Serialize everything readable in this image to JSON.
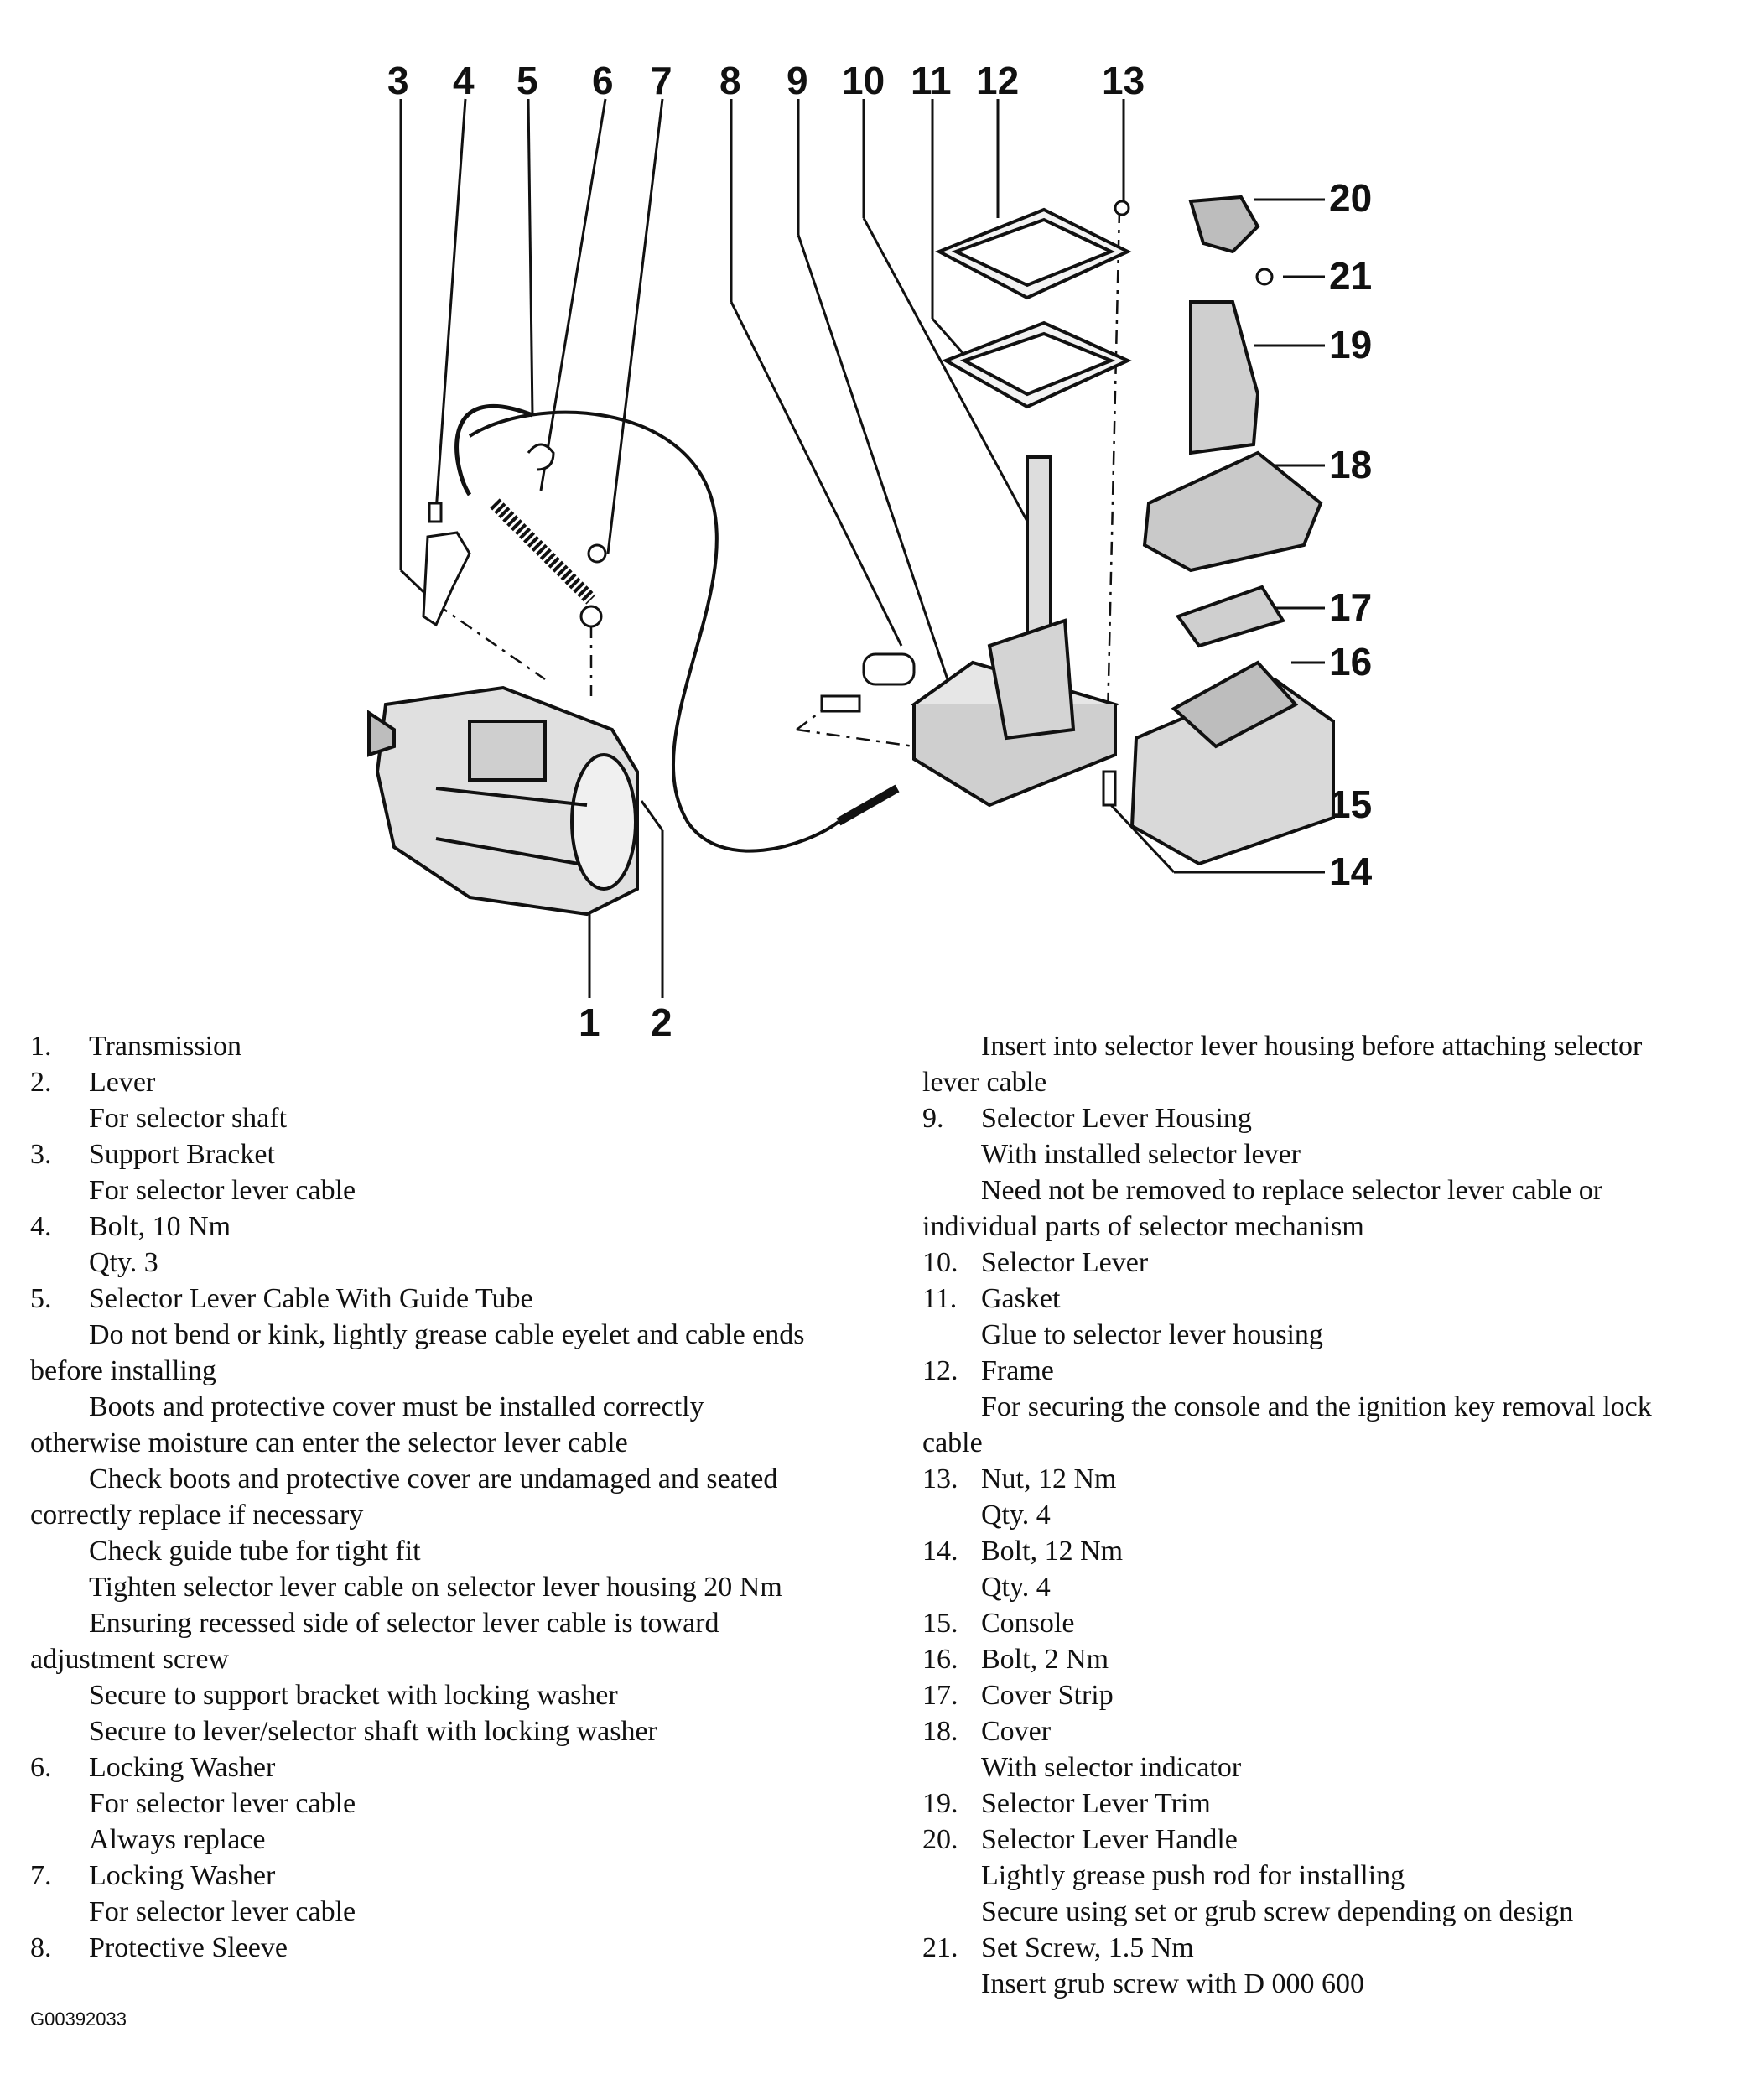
{
  "callouts": [
    "1",
    "2",
    "3",
    "4",
    "5",
    "6",
    "7",
    "8",
    "9",
    "10",
    "11",
    "12",
    "13",
    "14",
    "15",
    "16",
    "17",
    "18",
    "19",
    "20",
    "21"
  ],
  "legend_left": [
    {
      "type": "item",
      "num": "1.",
      "text": "Transmission"
    },
    {
      "type": "item",
      "num": "2.",
      "text": "Lever"
    },
    {
      "type": "sub",
      "text": "For selector shaft"
    },
    {
      "type": "item",
      "num": "3.",
      "text": "Support Bracket"
    },
    {
      "type": "sub",
      "text": "For selector lever cable"
    },
    {
      "type": "item",
      "num": "4.",
      "text": "Bolt, 10 Nm"
    },
    {
      "type": "sub",
      "text": "Qty. 3"
    },
    {
      "type": "item",
      "num": "5.",
      "text": "Selector Lever Cable With Guide Tube"
    },
    {
      "type": "sub",
      "text": "Do not bend or kink, lightly grease cable eyelet and cable ends"
    },
    {
      "type": "cont",
      "text": "before installing"
    },
    {
      "type": "sub",
      "text": "Boots and protective cover must be installed correctly"
    },
    {
      "type": "cont",
      "text": "otherwise moisture can enter the selector lever cable"
    },
    {
      "type": "sub",
      "text": "Check boots and protective cover are undamaged and seated"
    },
    {
      "type": "cont",
      "text": "correctly replace if necessary"
    },
    {
      "type": "sub",
      "text": "Check guide tube for tight fit"
    },
    {
      "type": "sub",
      "text": "Tighten selector lever cable on selector lever housing 20 Nm"
    },
    {
      "type": "sub",
      "text": "Ensuring recessed side of selector lever cable is toward"
    },
    {
      "type": "cont",
      "text": "adjustment screw"
    },
    {
      "type": "sub",
      "text": "Secure to support bracket with locking washer"
    },
    {
      "type": "sub",
      "text": "Secure to lever/selector shaft with locking washer"
    },
    {
      "type": "item",
      "num": "6.",
      "text": "Locking Washer"
    },
    {
      "type": "sub",
      "text": "For selector lever cable"
    },
    {
      "type": "sub",
      "text": "Always replace"
    },
    {
      "type": "item",
      "num": "7.",
      "text": "Locking Washer"
    },
    {
      "type": "sub",
      "text": "For selector lever cable"
    },
    {
      "type": "item",
      "num": "8.",
      "text": "Protective Sleeve"
    }
  ],
  "legend_right": [
    {
      "type": "sub",
      "text": "Insert into selector lever housing before attaching selector"
    },
    {
      "type": "cont",
      "text": "lever cable"
    },
    {
      "type": "item",
      "num": "9.",
      "text": "Selector Lever Housing"
    },
    {
      "type": "sub",
      "text": "With installed selector lever"
    },
    {
      "type": "sub",
      "text": "Need not be removed to replace selector lever cable or"
    },
    {
      "type": "cont",
      "text": "individual parts of selector mechanism"
    },
    {
      "type": "item",
      "num": "10.",
      "text": "Selector Lever"
    },
    {
      "type": "item",
      "num": "11.",
      "text": "Gasket"
    },
    {
      "type": "sub",
      "text": "Glue to selector lever housing"
    },
    {
      "type": "item",
      "num": "12.",
      "text": "Frame"
    },
    {
      "type": "sub",
      "text": "For securing the console and the ignition key removal lock"
    },
    {
      "type": "cont",
      "text": "cable"
    },
    {
      "type": "item",
      "num": "13.",
      "text": "Nut, 12 Nm"
    },
    {
      "type": "sub",
      "text": "Qty. 4"
    },
    {
      "type": "item",
      "num": "14.",
      "text": "Bolt, 12 Nm"
    },
    {
      "type": "sub",
      "text": "Qty. 4"
    },
    {
      "type": "item",
      "num": "15.",
      "text": "Console"
    },
    {
      "type": "item",
      "num": "16.",
      "text": "Bolt, 2 Nm"
    },
    {
      "type": "item",
      "num": "17.",
      "text": "Cover Strip"
    },
    {
      "type": "item",
      "num": "18.",
      "text": "Cover"
    },
    {
      "type": "sub",
      "text": "With selector indicator"
    },
    {
      "type": "item",
      "num": "19.",
      "text": "Selector Lever Trim"
    },
    {
      "type": "item",
      "num": "20.",
      "text": "Selector Lever Handle"
    },
    {
      "type": "sub",
      "text": "Lightly grease push rod for installing"
    },
    {
      "type": "sub",
      "text": "Secure using set or grub screw depending on design"
    },
    {
      "type": "item",
      "num": "21.",
      "text": "Set Screw, 1.5 Nm"
    },
    {
      "type": "sub",
      "text": "Insert grub screw with D 000 600"
    }
  ],
  "doc_id": "G00392033"
}
